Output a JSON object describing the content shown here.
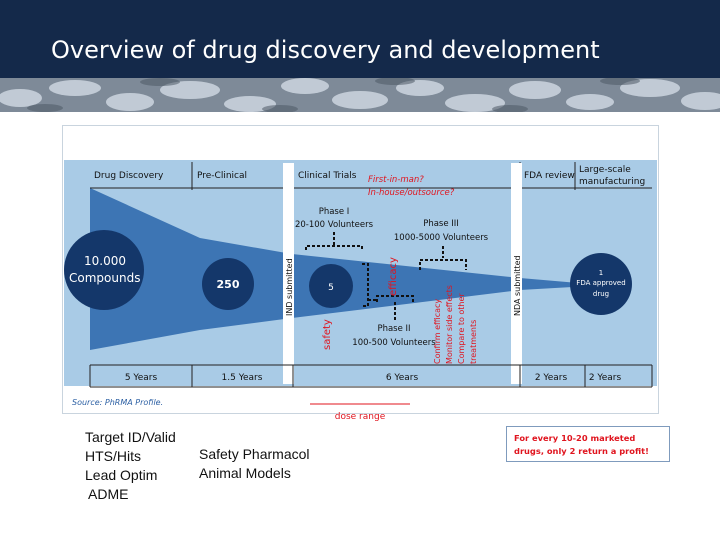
{
  "slide": {
    "title": "Overview of drug discovery and development"
  },
  "diagram": {
    "stages": [
      "Drug Discovery",
      "Pre-Clinical",
      "Clinical Trials",
      "FDA review",
      "Large-scale manufacturing"
    ],
    "durations": [
      "5 Years",
      "1.5 Years",
      "6 Years",
      "2 Years",
      "2 Years"
    ],
    "compounds_discovery": [
      "10.000",
      "Compounds"
    ],
    "compounds_preclinical": "250",
    "compounds_clinical": "5",
    "approved": [
      "1",
      "FDA approved",
      "drug"
    ],
    "ind_label": "IND submitted",
    "nda_label": "NDA submitted",
    "phase1": [
      "Phase I",
      "20-100 Volunteers"
    ],
    "phase2": [
      "Phase II",
      "100-500 Volunteers"
    ],
    "phase3": [
      "Phase III",
      "1000-5000 Volunteers"
    ],
    "source": "Source: PhRMA Profile.",
    "annotation_first_in_man": [
      "First-in-man?",
      "In-house/outsource?"
    ],
    "annotation_safety": "safety",
    "annotation_efficacy": "efficacy",
    "annotation_phase3": [
      "Confirm efficacy",
      "Monitor side effects",
      "Compare to other",
      "treatments"
    ],
    "annotation_dose": "dose range"
  },
  "notes": {
    "left_list": [
      "Target ID/Valid",
      "HTS/Hits",
      "Lead Optim",
      "ADME"
    ],
    "preclinical_list": [
      "Safety Pharmacol",
      "Animal Models"
    ],
    "box": "For every 10-20 marketed drugs, only 2 return a profit!"
  },
  "colors": {
    "header": "#14294a",
    "panel": "#a9cbe6",
    "funnel": "#3d75b4",
    "circle": "#14376a",
    "annotation": "#e0141e"
  }
}
